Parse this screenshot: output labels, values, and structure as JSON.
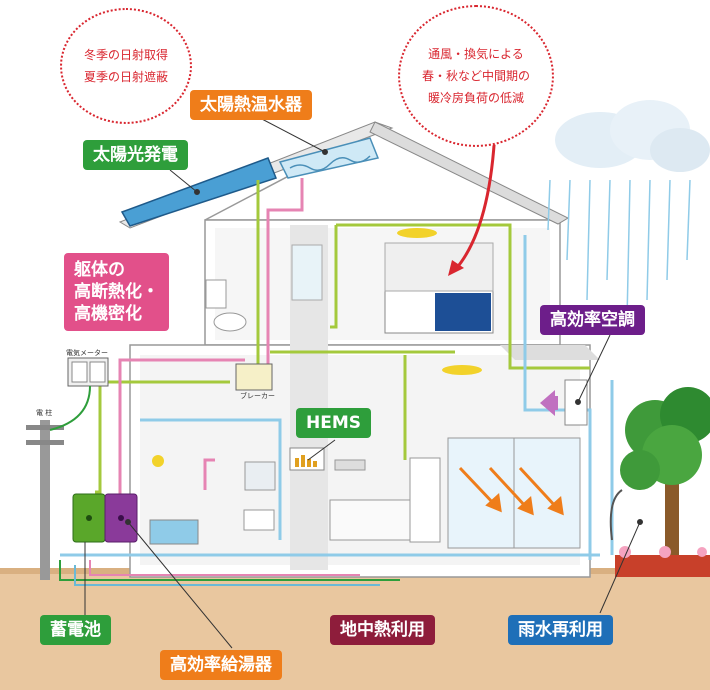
{
  "bubbles": {
    "sun": "冬季の日射取得\n夏季の日射遮蔽",
    "wind": "通風・換気による\n春・秋など中間期の\n暖冷房負荷の低減"
  },
  "labels": {
    "solar_water": "太陽熱温水器",
    "solar_pv": "太陽光発電",
    "insulation": "躯体の\n高断熱化・\n高機密化",
    "aircon": "高効率空調",
    "hems": "HEMS",
    "battery": "蓄電池",
    "water_heater": "高効率給湯器",
    "geothermal": "地中熱利用",
    "rainwater": "雨水再利用"
  },
  "small_text": {
    "meter": "電気メーター",
    "pole": "電 柱",
    "breaker": "ブレーカー"
  },
  "colors": {
    "orange": "#ef7d1a",
    "green": "#2e9e3b",
    "pink": "#e2508a",
    "purple": "#6d1e8a",
    "maroon": "#8e1d3b",
    "blue": "#1e6fb8",
    "red": "#d9262f",
    "line_green": "#a4c93c",
    "line_pink": "#e684b3",
    "line_blue": "#8fcbe8",
    "ground": "#e9c79f"
  }
}
